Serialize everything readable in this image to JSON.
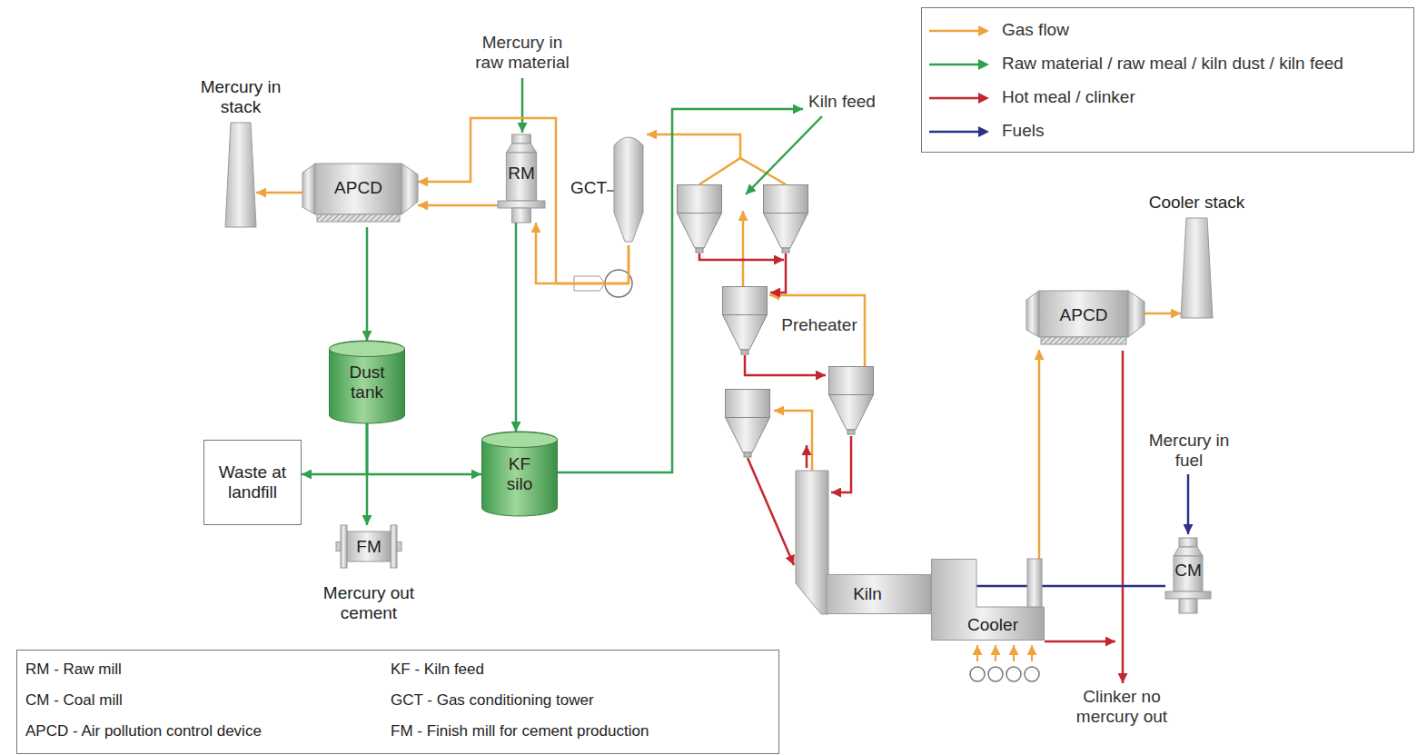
{
  "diagram": {
    "nodes": [
      {
        "text": [
          "Mercury in stack"
        ]
      },
      {
        "text": [
          "APCD"
        ]
      },
      {
        "text": [
          "RM"
        ]
      },
      {
        "text": [
          "GCT"
        ]
      },
      {
        "text": [
          "Dust tank"
        ]
      },
      {
        "text": [
          "Waste at landfill"
        ]
      },
      {
        "text": [
          "KF silo"
        ]
      },
      {
        "text": [
          "FM",
          "Mercury out cement"
        ]
      },
      {
        "text": [
          "Kiln"
        ]
      },
      {
        "text": [
          "Cooler"
        ]
      },
      {
        "text": [
          "APCD"
        ]
      },
      {
        "text": [
          "Cooler stack"
        ]
      },
      {
        "text": [
          "CM"
        ]
      },
      {
        "text": [
          "RM - Raw mill",
          "CM - Coal mill",
          "APCD - Air pollution control device",
          "KF - Kiln feed",
          "GCT - Gas conditioning tower",
          "FM - Finish mill for cement production"
        ]
      }
    ],
    "edges": [
      {
        "from": 1,
        "to": 0,
        "arrow": "to"
      },
      {
        "from": 2,
        "to": 1,
        "arrow": "to"
      },
      {
        "from": 3,
        "to": 2,
        "arrow": "to"
      },
      {
        "from": 3,
        "to": 1,
        "arrow": "to"
      },
      {
        "from": 1,
        "to": 4,
        "arrow": "to"
      },
      {
        "from": 4,
        "to": 5,
        "arrow": "to"
      },
      {
        "from": 4,
        "to": 6,
        "arrow": "to"
      },
      {
        "from": 4,
        "to": 7,
        "arrow": "to"
      },
      {
        "from": 2,
        "to": 6,
        "arrow": "to"
      },
      {
        "from": 12,
        "to": 8,
        "arrow": "to"
      },
      {
        "from": 9,
        "to": 10,
        "arrow": "to"
      },
      {
        "from": 10,
        "to": 11,
        "arrow": "to"
      }
    ],
    "labels": [
      "Mercury in raw material",
      "Kiln feed",
      "Preheater",
      "Mercury in fuel",
      "Clinker no mercury out"
    ],
    "legend": [
      {
        "text": "Gas flow"
      },
      {
        "text": "Raw material / raw meal / kiln dust / kiln feed"
      },
      {
        "text": "Hot meal / clinker"
      },
      {
        "text": "Fuels"
      }
    ]
  }
}
